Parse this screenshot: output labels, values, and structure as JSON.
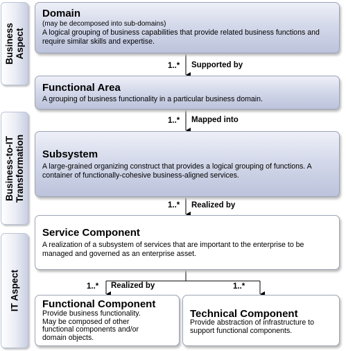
{
  "aspects": {
    "business": [
      "Business",
      "Aspect"
    ],
    "transformation": [
      "Business-to-IT",
      "Transformation"
    ],
    "it": "IT Aspect"
  },
  "boxes": {
    "domain": {
      "title": "Domain",
      "subtitle": "(may be decomposed into sub-domains)",
      "desc": "A logical grouping of business capabilities that provide related business functions and require similar skills and expertise."
    },
    "functional_area": {
      "title": "Functional Area",
      "desc": "A grouping of business functionality in a particular business domain."
    },
    "subsystem": {
      "title": "Subsystem",
      "desc": "A large-grained organizing construct that provides a logical grouping of functions. A container of functionally-cohesive business-aligned services."
    },
    "service_component": {
      "title": "Service Component",
      "desc": "A realization of a subsystem of services that are important to the enterprise to be managed and governed as an enterprise asset."
    },
    "functional_component": {
      "title": "Functional Component",
      "desc": "Provide business functionality. May be composed of other functional components and/or domain objects."
    },
    "technical_component": {
      "title": "Technical Component",
      "desc": "Provide abstraction of infrastructure to support functional components."
    }
  },
  "connectors": {
    "supported_by": {
      "multiplicity": "1..*",
      "label": "Supported by"
    },
    "mapped_into": {
      "multiplicity": "1..*",
      "label": "Mapped into"
    },
    "realized_by": {
      "multiplicity": "1..*",
      "label": "Realized by"
    },
    "realized_by_functional": {
      "multiplicity": "1..*",
      "label": "Realized by"
    },
    "realized_by_technical": {
      "multiplicity": "1..*"
    }
  }
}
